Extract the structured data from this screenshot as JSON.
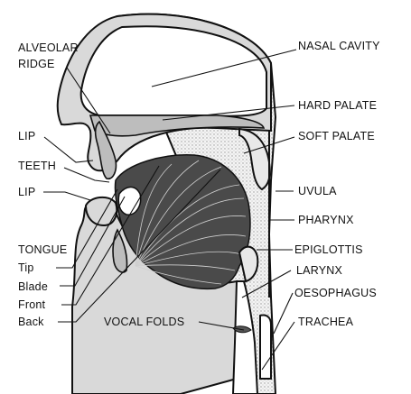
{
  "labels": {
    "alveolar_ridge_1": "ALVEOLAR",
    "alveolar_ridge_2": "RIDGE",
    "nasal_cavity": "NASAL CAVITY",
    "hard_palate": "HARD PALATE",
    "lip_upper": "LIP",
    "soft_palate": "SOFT PALATE",
    "teeth": "TEETH",
    "uvula": "UVULA",
    "lip_lower": "LIP",
    "pharynx": "PHARYNX",
    "tongue": "TONGUE",
    "epiglottis": "EPIGLOTTIS",
    "tip": "Tip",
    "larynx": "LARYNX",
    "blade": "Blade",
    "oesophagus": "OESOPHAGUS",
    "front": "Front",
    "trachea": "TRACHEA",
    "back": "Back",
    "vocal_folds": "VOCAL FOLDS"
  }
}
